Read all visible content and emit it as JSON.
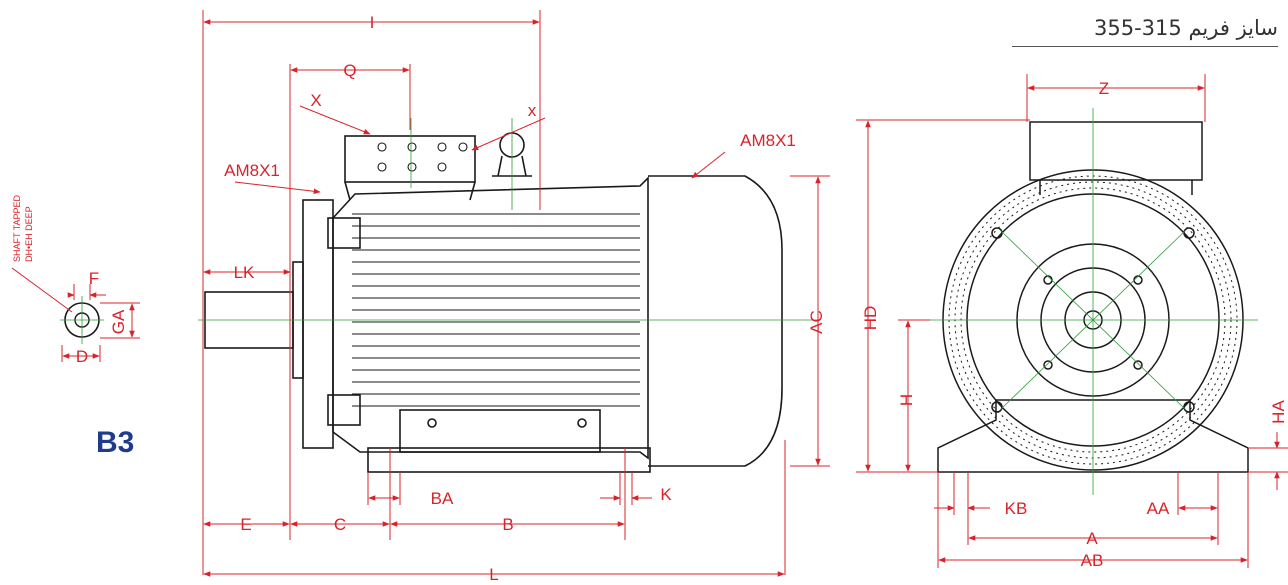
{
  "frame_label": "سایز فریم 315-355",
  "mounting": "B3",
  "shaft_note": [
    "SHAFT TAPPED",
    "DH•EH DEEP"
  ],
  "annotations": {
    "am_left": "AM8X1",
    "am_top": "AM8X1",
    "x_upper": "X",
    "x_lower": "x"
  },
  "dims": {
    "I": "I",
    "Q": "Q",
    "LK": "LK",
    "E": "E",
    "C": "C",
    "B": "B",
    "BA": "BA",
    "K": "K",
    "L": "L",
    "AC": "AC",
    "Z": "Z",
    "HD": "HD",
    "H": "H",
    "HA": "HA",
    "KB": "KB",
    "AA": "AA",
    "A": "A",
    "AB": "AB",
    "F": "F",
    "GA": "GA",
    "D": "D"
  },
  "colors": {
    "dimension": "#d8232a",
    "outline": "#1a1a1a",
    "centerline": "#2e9e3a",
    "title": "#1f3b8c"
  }
}
